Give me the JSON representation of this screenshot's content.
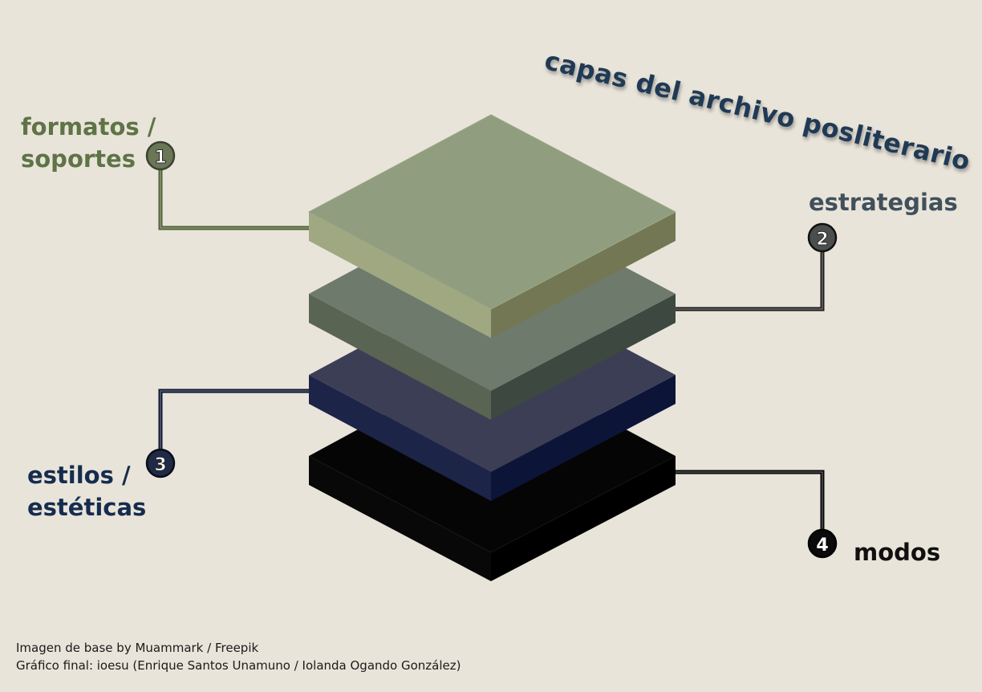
{
  "title": "capas del archivo posliterario",
  "layers": [
    {
      "number": "1",
      "label_line1": "formatos /",
      "label_line2": "soportes",
      "color": "#8f9d7c"
    },
    {
      "number": "2",
      "label_line1": "estrategias",
      "color": "#6e7a6c"
    },
    {
      "number": "3",
      "label_line1": "estilos /",
      "label_line2": "estéticas",
      "color": "#3a3e56"
    },
    {
      "number": "4",
      "label_line1": "modos",
      "color": "#050505"
    }
  ],
  "credits": {
    "line1": "Imagen de base by Muammark / Freepik",
    "line2": "Gráfico final: ioesu (Enrique Santos Unamuno / Iolanda Ogando González)"
  }
}
